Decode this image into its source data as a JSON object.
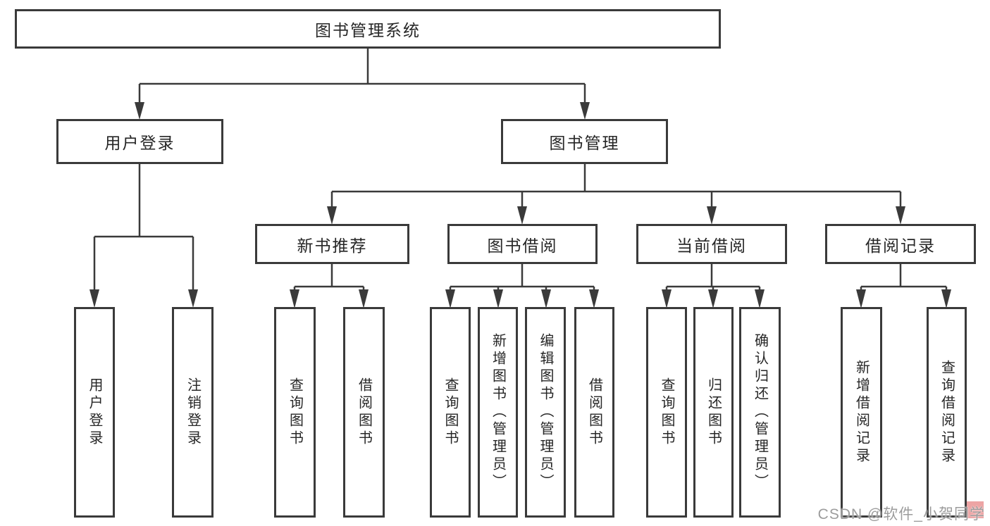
{
  "diagram": {
    "root": {
      "label": "图书管理系统"
    },
    "branches": [
      {
        "label": "用户登录",
        "children": [
          {
            "label": "用户登录"
          },
          {
            "label": "注销登录"
          }
        ]
      },
      {
        "label": "图书管理",
        "children": [
          {
            "label": "新书推荐",
            "children": [
              {
                "label": "查询图书"
              },
              {
                "label": "借阅图书"
              }
            ]
          },
          {
            "label": "图书借阅",
            "children": [
              {
                "label": "查询图书"
              },
              {
                "label": "新增图书（管理员）"
              },
              {
                "label": "编辑图书（管理员）"
              },
              {
                "label": "借阅图书"
              }
            ]
          },
          {
            "label": "当前借阅",
            "children": [
              {
                "label": "查询图书"
              },
              {
                "label": "归还图书"
              },
              {
                "label": "确认归还（管理员）"
              }
            ]
          },
          {
            "label": "借阅记录",
            "children": [
              {
                "label": "新增借阅记录"
              },
              {
                "label": "查询借阅记录"
              }
            ]
          }
        ]
      }
    ]
  },
  "watermark": {
    "text": "CSDN @软件_小贺同学"
  },
  "colors": {
    "line": "#3a3a3a",
    "text": "#262626",
    "background": "#ffffff",
    "watermark_text": "#9c9c9c",
    "watermark_accent": "#eda4a4"
  }
}
